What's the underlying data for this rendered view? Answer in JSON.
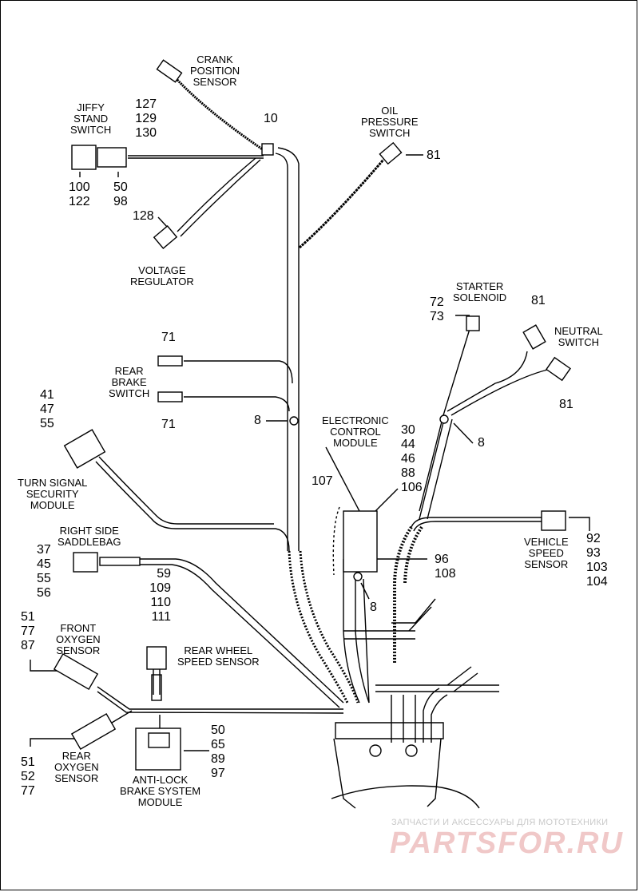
{
  "labels": {
    "crank_position_sensor": "CRANK\nPOSITION\nSENSOR",
    "jiffy_stand_switch": "JIFFY\nSTAND\nSWITCH",
    "oil_pressure_switch": "OIL\nPRESSURE\nSWITCH",
    "voltage_regulator": "VOLTAGE\nREGULATOR",
    "starter_solenoid": "STARTER\nSOLENOID",
    "neutral_switch": "NEUTRAL\nSWITCH",
    "rear_brake_switch": "REAR\nBRAKE\nSWITCH",
    "electronic_control_module": "ELECTRONIC\nCONTROL\nMODULE",
    "turn_signal_security_module": "TURN SIGNAL\nSECURITY\nMODULE",
    "right_side_saddlebag": "RIGHT SIDE\nSADDLEBAG",
    "vehicle_speed_sensor": "VEHICLE\nSPEED\nSENSOR",
    "front_oxygen_sensor": "FRONT\nOXYGEN\nSENSOR",
    "rear_wheel_speed_sensor": "REAR WHEEL\nSPEED SENSOR",
    "rear_oxygen_sensor": "REAR\nOXYGEN\nSENSOR",
    "anti_lock_brake_system_module": "ANTI-LOCK\nBRAKE SYSTEM\nMODULE"
  },
  "callouts": {
    "crank": "127\n129\n130",
    "clip_top": "10",
    "oil": "81",
    "jiffy_left": "100\n122",
    "jiffy_right": "50\n98",
    "regulator": "128",
    "starter": "72\n73",
    "neutral_top": "81",
    "neutral_bottom": "81",
    "brake_top": "71",
    "brake_bottom": "71",
    "clip_left": "8",
    "clip_right": "8",
    "clip_ecm": "8",
    "turn_signal": "41\n47\n55",
    "ecm": "30\n44\n46\n88\n106",
    "ecm_107": "107",
    "ecm_96": "96\n108",
    "saddlebag": "37\n45\n55\n56",
    "vehicle_speed": "92\n93\n103\n104",
    "rear_wheel": "59\n109\n110\n111",
    "front_oxygen": "51\n77\n87",
    "rear_oxygen": "51\n52\n77",
    "abs": "50\n65\n89\n97"
  },
  "watermark": {
    "small": "ЗАПЧАСТИ И АКСЕССУАРЫ ДЛЯ МОТОТЕХНИКИ",
    "big": "PARTSFOR.RU"
  }
}
